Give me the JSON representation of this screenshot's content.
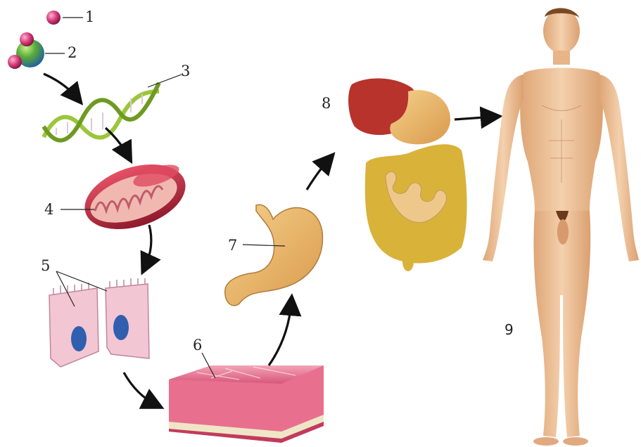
{
  "labels": [
    {
      "id": "atom",
      "text": "1"
    },
    {
      "id": "molecule",
      "text": "2"
    },
    {
      "id": "dna",
      "text": "3"
    },
    {
      "id": "mitochondrion",
      "text": "4"
    },
    {
      "id": "cells",
      "text": "5"
    },
    {
      "id": "tissue",
      "text": "6"
    },
    {
      "id": "stomach",
      "text": "7"
    },
    {
      "id": "digestive-system",
      "text": "8"
    },
    {
      "id": "organism",
      "text": "9"
    }
  ],
  "colors": {
    "atom_pink": "#d63a7a",
    "molecule_green": "#5aaa3a",
    "molecule_blue": "#3a7fc0",
    "dna_green": "#9cc63a",
    "mito_red": "#c72e45",
    "mito_inner": "#f0b8b0",
    "cell_pink": "#f3c6d4",
    "nucleus_blue": "#2f5fae",
    "tissue_pink": "#e8708e",
    "stomach_tan": "#e8b066",
    "liver_red": "#b7332c",
    "intestine_yellow": "#d9b23a",
    "skin": "#eec39a",
    "arrow": "#111111"
  },
  "icons": [
    "atom-icon",
    "molecule-icon",
    "dna-icon",
    "mitochondrion-icon",
    "cell-icon",
    "tissue-icon",
    "stomach-icon",
    "organ-system-icon",
    "human-body-icon"
  ]
}
